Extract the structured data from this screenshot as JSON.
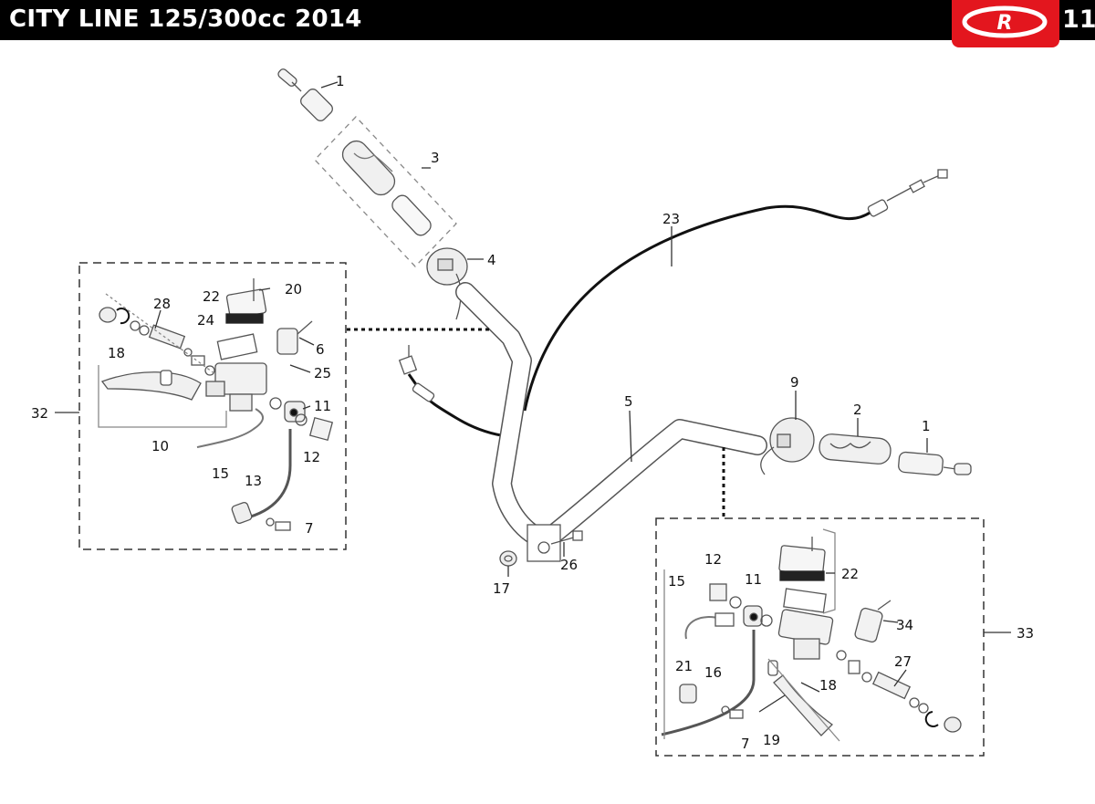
{
  "header": {
    "title": "CITY LINE 125/300cc  2014",
    "page_number": "11",
    "logo_letter": "R",
    "colors": {
      "bar": "#000000",
      "logo": "#e3161e"
    }
  },
  "callouts": {
    "c1_top": "1",
    "c3": "3",
    "c4": "4",
    "c23": "23",
    "c28": "28",
    "c22_left": "22",
    "c20": "20",
    "c24": "24",
    "c6": "6",
    "c25": "25",
    "c18_left": "18",
    "c32": "32",
    "c11_left": "11",
    "c10": "10",
    "c12_left": "12",
    "c15_left": "15",
    "c13": "13",
    "c7_left": "7",
    "c5": "5",
    "c9": "9",
    "c2": "2",
    "c1_right": "1",
    "c26": "26",
    "c17": "17",
    "c12_right": "12",
    "c11_right": "11",
    "c22_right": "22",
    "c15_right": "15",
    "c34": "34",
    "c33": "33",
    "c27": "27",
    "c21": "21",
    "c16": "16",
    "c18_right": "18",
    "c7_right": "7",
    "c19": "19"
  }
}
